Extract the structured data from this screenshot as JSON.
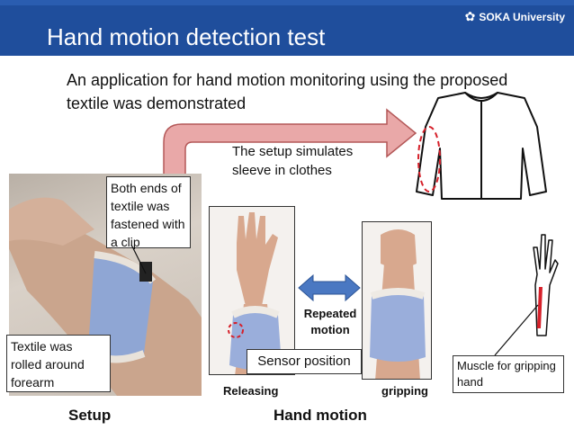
{
  "header": {
    "title": "Hand motion detection test",
    "logo_text": "SOKA University",
    "logo_icon": "soka-crest-icon"
  },
  "intro": "An application for hand motion monitoring using the proposed textile was demonstrated",
  "simulation_note": "The setup simulates sleeve in clothes",
  "callouts": {
    "fastened": "Both ends of textile was fastened with a clip",
    "rolled": "Textile was rolled around forearm",
    "sensor": "Sensor position",
    "repeated": "Repeated motion",
    "muscle": "Muscle for gripping hand"
  },
  "labels": {
    "releasing": "Releasing",
    "gripping": "gripping",
    "setup": "Setup",
    "hand_motion": "Hand motion"
  },
  "colors": {
    "header_bg": "#1f4e9c",
    "arrow_fill": "#e9a8a8",
    "arrow_stroke": "#b45858",
    "double_arrow": "#4a78c2",
    "dash_red": "#d6202a"
  }
}
